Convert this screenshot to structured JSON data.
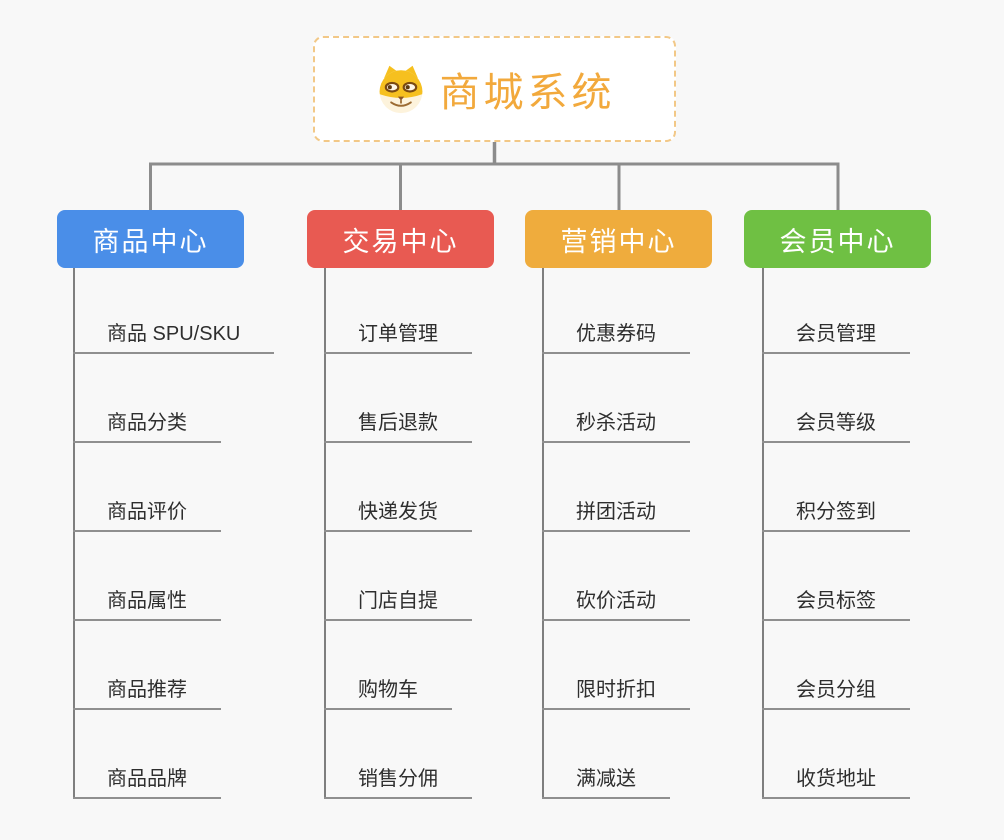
{
  "page": {
    "background": "#f8f8f8",
    "connector_color": "#8c8c8c"
  },
  "root": {
    "title": "商城系统",
    "title_color": "#f2a93c",
    "border_color": "#f2c887",
    "icon": "doge-icon"
  },
  "branches": [
    {
      "label": "商品中心",
      "color": "#4a8ee8",
      "items": [
        "商品 SPU/SKU",
        "商品分类",
        "商品评价",
        "商品属性",
        "商品推荐",
        "商品品牌"
      ]
    },
    {
      "label": "交易中心",
      "color": "#e85a52",
      "items": [
        "订单管理",
        "售后退款",
        "快递发货",
        "门店自提",
        "购物车",
        "销售分佣"
      ]
    },
    {
      "label": "营销中心",
      "color": "#efac3d",
      "items": [
        "优惠券码",
        "秒杀活动",
        "拼团活动",
        "砍价活动",
        "限时折扣",
        "满减送"
      ]
    },
    {
      "label": "会员中心",
      "color": "#6fc043",
      "items": [
        "会员管理",
        "会员等级",
        "积分签到",
        "会员标签",
        "会员分组",
        "收货地址"
      ]
    }
  ]
}
